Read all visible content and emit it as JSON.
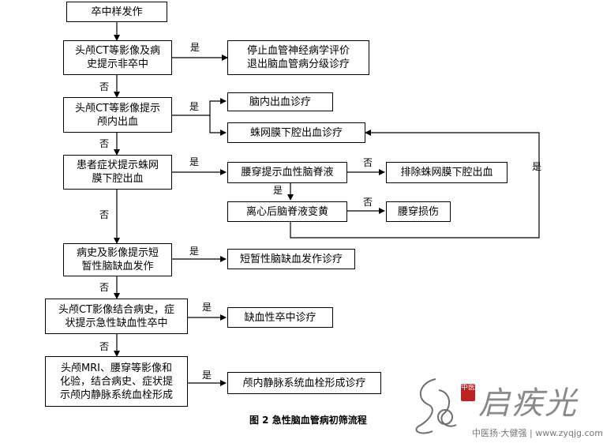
{
  "nodes": {
    "n1": "卒中样发作",
    "n2": "头颅CT等影像及病\n史提示非卒中",
    "n2r": "停止血管神经病学评价\n退出脑血管病分级诊疗",
    "n3": "头颅CT等影像提示\n颅内出血",
    "n3a": "脑内出血诊疗",
    "n3b": "蛛网膜下腔出血诊疗",
    "n4": "患者症状提示蛛网\n膜下腔出血",
    "n4a": "腰穿提示血性脑脊液",
    "n4b": "排除蛛网膜下腔出血",
    "n4c": "离心后脑脊液变黄",
    "n4d": "腰穿损伤",
    "n5": "病史及影像提示短\n暂性脑缺血发作",
    "n5r": "短暂性脑缺血发作诊疗",
    "n6": "头颅CT影像结合病史，症\n状提示急性缺血性卒中",
    "n6r": "缺血性卒中诊疗",
    "n7": "头颅MRI、腰穿等影像和\n化验，结合病史、症状提\n示颅内静脉系统血栓形成",
    "n7r": "颅内静脉系统血栓形成诊疗"
  },
  "labels": {
    "yes": "是",
    "no": "否"
  },
  "caption": "图 2  急性脑血管病初筛流程",
  "watermark": {
    "brand": "启疾光",
    "slogan": "中医扬·大健强 | www.zyqjg.com",
    "seal": "中医"
  }
}
